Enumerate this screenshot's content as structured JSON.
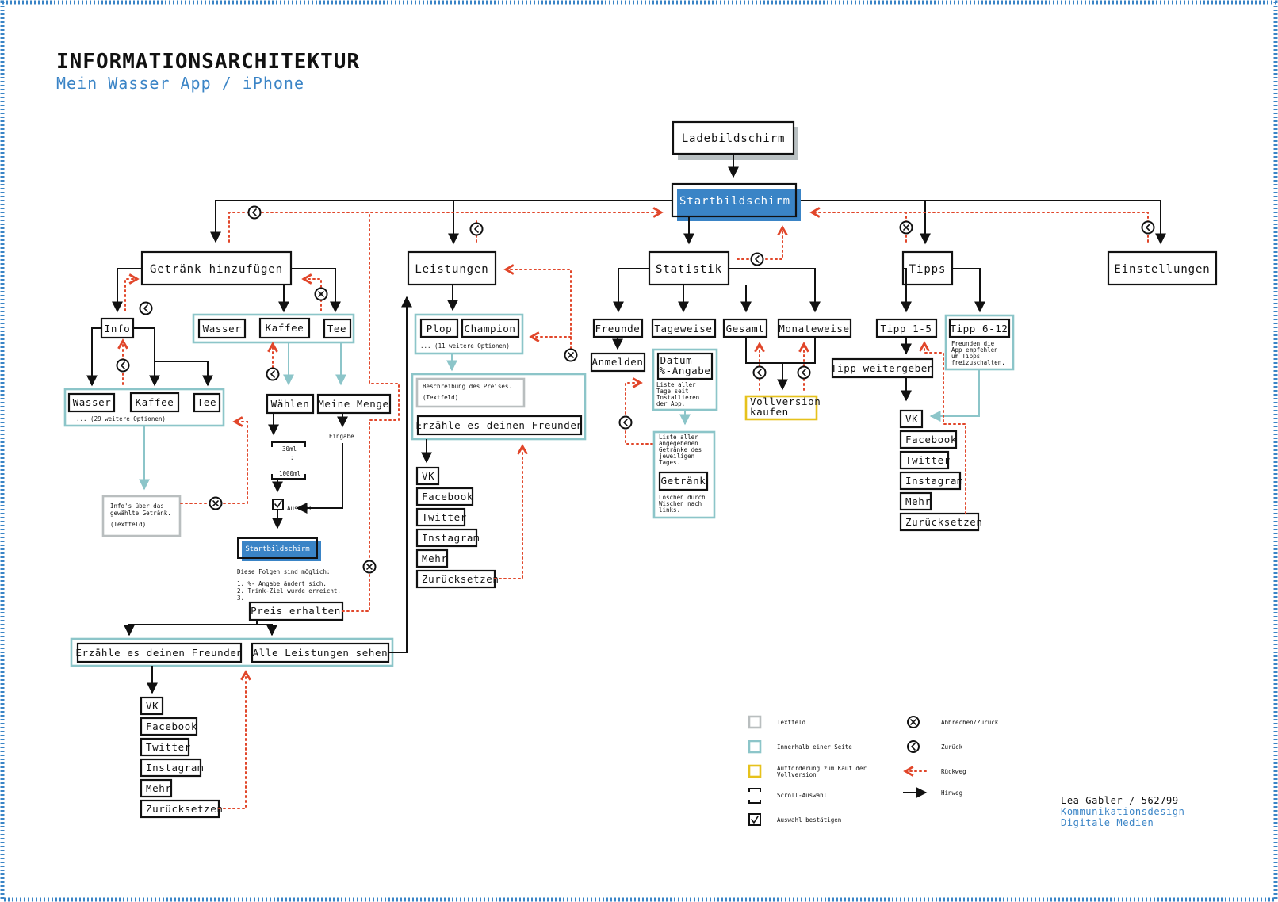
{
  "title": "INFORMATIONSARCHITEKTUR",
  "subtitle": "Mein Wasser App / iPhone",
  "colors": {
    "textfeld": "#b9bebf",
    "innerhalb": "#8cc5c9",
    "kauf": "#e6c21c",
    "rueckweg": "#e1462a",
    "start": "#3a84c6",
    "ink": "#111111"
  },
  "nodes": {
    "ladebildschirm": "Ladebildschirm",
    "startbildschirm": "Startbildschirm",
    "getraenk_hinzufuegen": "Getränk hinzufügen",
    "leistungen": "Leistungen",
    "statistik": "Statistik",
    "tipps": "Tipps",
    "einstellungen": "Einstellungen",
    "info": "Info",
    "wasser": "Wasser",
    "kaffee": "Kaffee",
    "tee": "Tee",
    "weitere_29": "... (29 weitere Optionen)",
    "info_textfeld_1": "Info's über das",
    "info_textfeld_2": "gewählte Getränk.",
    "info_textfeld_3": "(Textfeld)",
    "waehlen": "Wählen",
    "meine_menge": "Meine Menge",
    "eingabe": "Eingabe",
    "ml_30": "30ml",
    "ml_1000": "1000ml",
    "auswahl": "Auswahl",
    "start_small": "Startbildschirm",
    "folgen": "Diese Folgen sind möglich:",
    "folge_1": "1. %- Angabe ändert sich.",
    "folge_2": "2. Trink-Ziel wurde erreicht.",
    "folge_3": "3.",
    "preis_erhalten": "Preis erhalten",
    "erzaehle": "Erzähle es deinen Freunden",
    "alle_leistungen": "Alle Leistungen sehen",
    "plop": "Plop",
    "champion": "Champion",
    "weitere_11": "... (11 weitere Optionen)",
    "preis_beschreibung": "Beschreibung des Preises.",
    "preis_textfeld": "(Textfeld)",
    "freunde": "Freunde",
    "anmelden": "Anmelden",
    "tageweise": "Tageweise",
    "datum": "Datum",
    "prozent": "%-Angabe",
    "liste_tage": [
      "Liste aller",
      "Tage seit",
      "Installieren",
      "der App."
    ],
    "liste_getraenke": [
      "Liste aller",
      "angegebenen",
      "Getränke des",
      "jeweiligen",
      "Tages."
    ],
    "getraenk": "Getränk",
    "loeschen": [
      "Löschen durch",
      "Wischen nach",
      "links."
    ],
    "gesamt": "Gesamt",
    "monateweise": "Monateweise",
    "vollversion_1": "Vollversion",
    "vollversion_2": "kaufen",
    "tipp_1_5": "Tipp 1-5",
    "tipp_6_12": "Tipp 6-12",
    "tipp_hint": [
      "Freunden die",
      "App empfehlen",
      "um Tipps",
      "freizuschalten."
    ],
    "tipp_weitergeben": "Tipp weitergeben"
  },
  "share": {
    "vk": "VK",
    "facebook": "Facebook",
    "twitter": "Twitter",
    "instagram": "Instagram",
    "mehr": "Mehr",
    "zuruecksetzen": "Zurücksetzen"
  },
  "legend": {
    "textfeld": "Textfeld",
    "innerhalb": "Innerhalb einer Seite",
    "kauf_1": "Aufforderung zum Kauf der",
    "kauf_2": "Vollversion",
    "scroll": "Scroll-Auswahl",
    "bestaetigen": "Auswahl bestätigen",
    "abbrechen": "Abbrechen/Zurück",
    "zurueck": "Zurück",
    "rueckweg": "Rückweg",
    "hinweg": "Hinweg"
  },
  "author": {
    "name": "Lea Gabler / 562799",
    "line1": "Kommunikationsdesign",
    "line2": "Digitale Medien"
  },
  "icons": [
    "cancel-icon",
    "back-icon",
    "checkbox-icon",
    "arrow-icon"
  ]
}
